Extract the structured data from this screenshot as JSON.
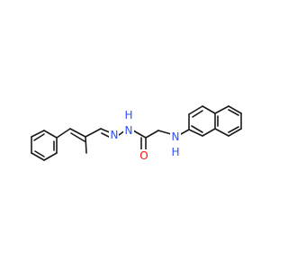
{
  "molecule": {
    "atom_labels": {
      "imine_n": "N",
      "hydrazide_nh": "N",
      "hydrazide_h": "H",
      "carbonyl_o": "O",
      "amine_n": "N",
      "amine_h": "H"
    },
    "colors": {
      "bond": "#1a1a1a",
      "nitrogen": "#3050f8",
      "oxygen": "#ff0d0d",
      "background": "#ffffff"
    }
  }
}
